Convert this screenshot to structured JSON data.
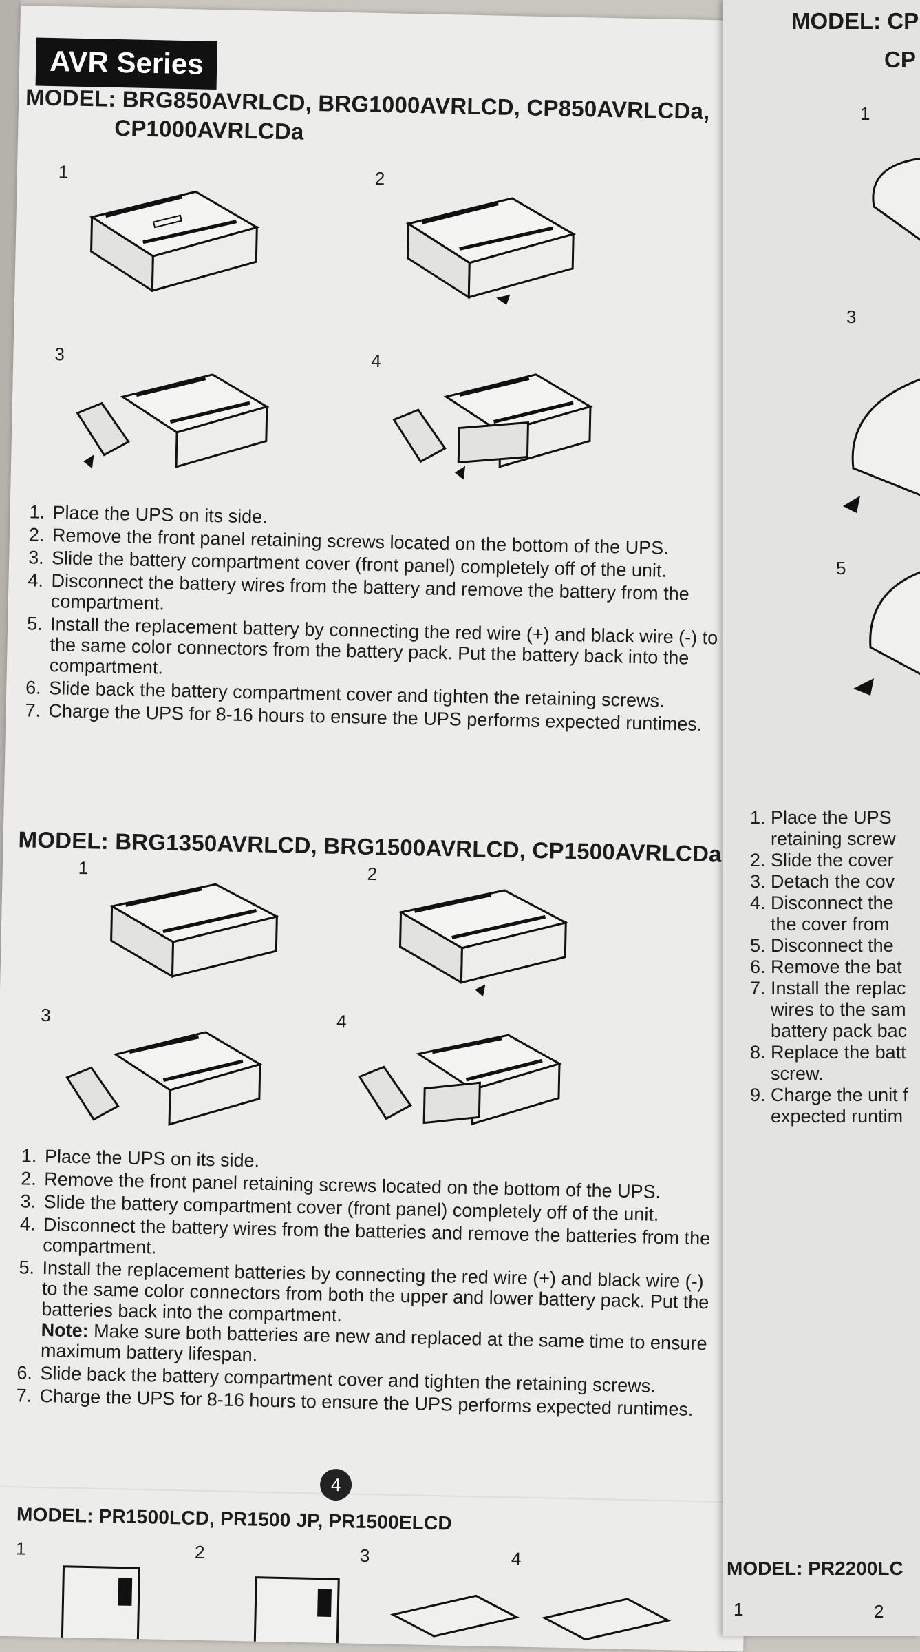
{
  "left_page": {
    "series_title": "AVR Series",
    "section1": {
      "heading_line1": "MODEL: BRG850AVRLCD, BRG1000AVRLCD, CP850AVRLCDa,",
      "heading_line2": "CP1000AVRLCDa",
      "figure_numbers": [
        "1",
        "2",
        "3",
        "4"
      ],
      "steps": [
        "Place the UPS on its side.",
        "Remove the front panel retaining screws located on the bottom of the UPS.",
        "Slide the battery compartment cover (front panel) completely off of the unit.",
        "Disconnect the battery wires from the battery and remove the battery from the compartment.",
        "Install the replacement battery by connecting the red wire (+) and black wire (-) to the same color connectors from the battery pack. Put the battery back into the compartment.",
        "Slide back the battery compartment cover and tighten the retaining screws.",
        "Charge the UPS for 8-16 hours to ensure the UPS performs expected runtimes."
      ]
    },
    "section2": {
      "heading": "MODEL: BRG1350AVRLCD, BRG1500AVRLCD, CP1500AVRLCDa",
      "figure_numbers": [
        "1",
        "2",
        "3",
        "4"
      ],
      "steps": [
        "Place the UPS on its side.",
        "Remove the front panel retaining screws located on the bottom of the UPS.",
        "Slide the battery compartment cover (front panel) completely off of the unit.",
        "Disconnect the battery wires from the batteries and remove the batteries from the compartment.",
        "Install the replacement batteries by connecting the red wire (+) and black wire (-) to the same color connectors from both the upper and lower battery pack. Put the batteries back into the compartment.",
        "Slide back the battery compartment cover and tighten the retaining screws.",
        "Charge the UPS for 8-16 hours to ensure the UPS performs expected runtimes."
      ],
      "note_label": "Note:",
      "note_text": "Make sure both batteries are new and replaced at the same time to ensure maximum battery lifespan."
    },
    "page_number": "4",
    "section3": {
      "heading": "MODEL: PR1500LCD, PR1500 JP, PR1500ELCD",
      "figure_numbers": [
        "1",
        "2",
        "3",
        "4"
      ]
    }
  },
  "right_page": {
    "heading_top_line1": "MODEL: CP",
    "heading_top_line2": "CP",
    "figure_numbers": [
      "1",
      "3",
      "5"
    ],
    "steps": [
      "1. Place the UPS",
      "retaining screw",
      "2. Slide the cover",
      "3. Detach the cov",
      "4. Disconnect the",
      "the cover from",
      "5. Disconnect the",
      "6. Remove the bat",
      "7. Install the replac",
      "wires to the sam",
      "battery pack bac",
      "8. Replace the batt",
      "screw.",
      "9. Charge the unit f",
      "expected runtim"
    ],
    "heading_bottom": "MODEL: PR2200LC",
    "bottom_figure_numbers": [
      "1",
      "2"
    ]
  }
}
